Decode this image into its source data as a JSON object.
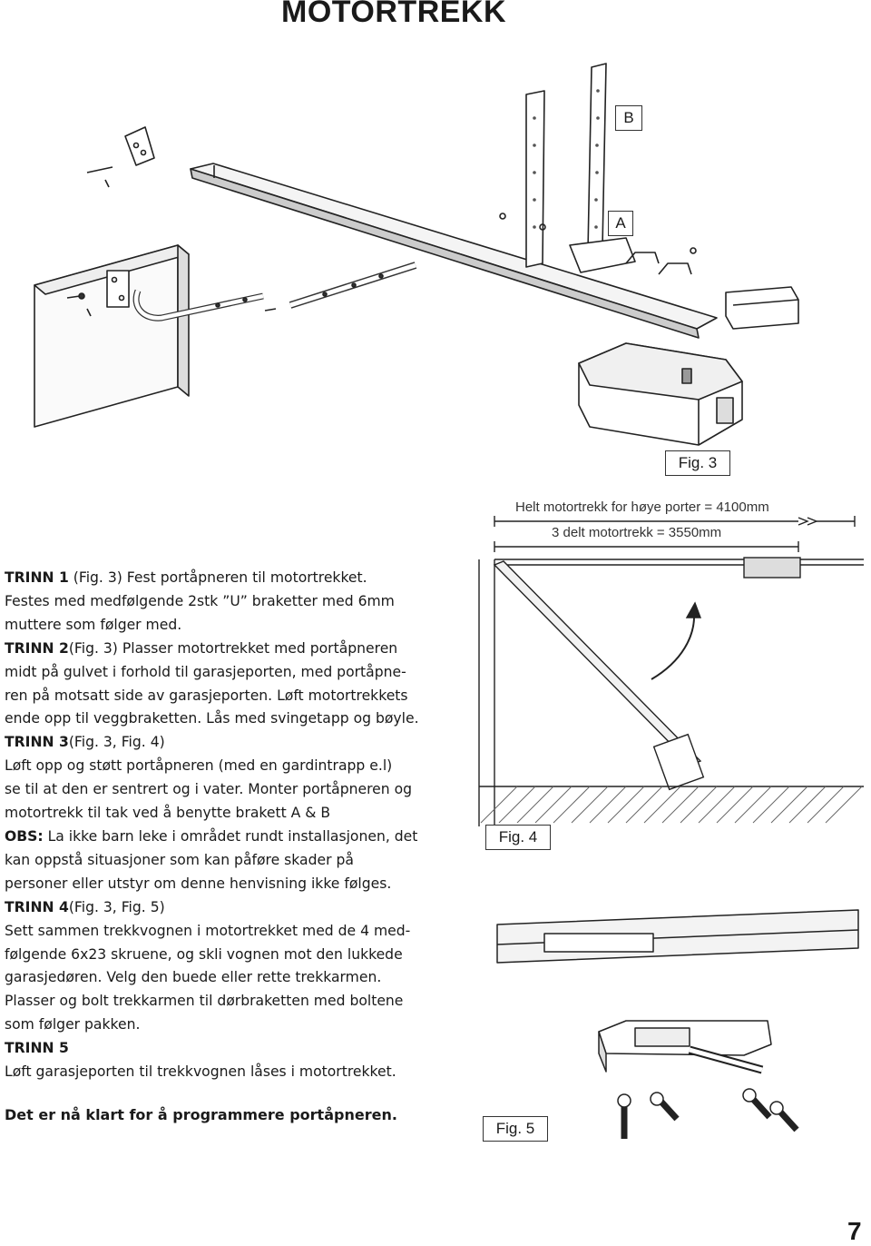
{
  "page": {
    "title": "MOTORTREKK",
    "page_number": "7"
  },
  "figures": {
    "fig3": {
      "caption": "Fig. 3",
      "label_a": "A",
      "label_b": "B"
    },
    "fig4": {
      "caption": "Fig. 4",
      "dim_long": "Helt motortrekk for høye porter = 4100mm",
      "dim_short": "3 delt motortrekk = 3550mm"
    },
    "fig5": {
      "caption": "Fig. 5"
    }
  },
  "instructions": {
    "step1_head": "TRINN 1",
    "step1_text": " (Fig. 3) Fest portåpneren til motortrekket.",
    "step1_line2": "Festes med medfølgende 2stk ”U” braketter med 6mm",
    "step1_line3": "muttere som følger med.",
    "step2_head": "TRINN 2",
    "step2_text": "(Fig. 3) Plasser motortrekket med portåpneren",
    "step2_line2": "midt på gulvet i forhold til garasjeporten, med portåpne-",
    "step2_line3": "ren på motsatt side av garasjeporten. Løft motortrekkets",
    "step2_line4": "ende opp til veggbraketten. Lås med svingetapp og bøyle.",
    "step3_head": "TRINN 3",
    "step3_text": "(Fig. 3, Fig. 4)",
    "step3_line2": "Løft opp og støtt portåpneren (med en gardintrapp e.l)",
    "step3_line3": "se til at den er sentrert og i vater. Monter portåpneren og",
    "step3_line4": "motortrekk til tak ved å benytte brakett A & B",
    "obs_head": "OBS:",
    "obs_text": " La ikke barn leke i området rundt installasjonen, det",
    "obs_line2": "kan oppstå situasjoner som kan påføre skader på",
    "obs_line3": "personer eller utstyr om denne henvisning ikke følges.",
    "step4_head": "TRINN 4",
    "step4_text": "(Fig. 3, Fig. 5)",
    "step4_line2": "Sett sammen trekkvognen i motortrekket med de 4 med-",
    "step4_line3": "følgende 6x23 skruene, og skli vognen mot den lukkede",
    "step4_line4": "garasjedøren. Velg den buede eller rette trekkarmen.",
    "step4_line5": "Plasser og bolt trekkarmen til dørbraketten med boltene",
    "step4_line6": "som følger pakken.",
    "step5_head": "TRINN 5",
    "step5_line2": "Løft garasjeporten til trekkvognen låses i motortrekket.",
    "final": "Det er nå klart for å programmere portåpneren."
  }
}
